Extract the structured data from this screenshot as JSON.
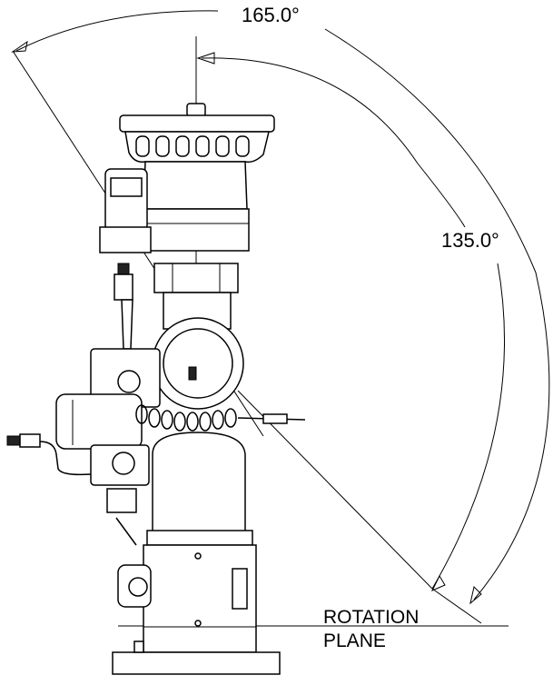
{
  "dimensions": {
    "outer_angle_label": "165.0°",
    "inner_angle_label": "135.0°"
  },
  "plane_label": {
    "line1": "ROTATION",
    "line2": "PLANE"
  }
}
